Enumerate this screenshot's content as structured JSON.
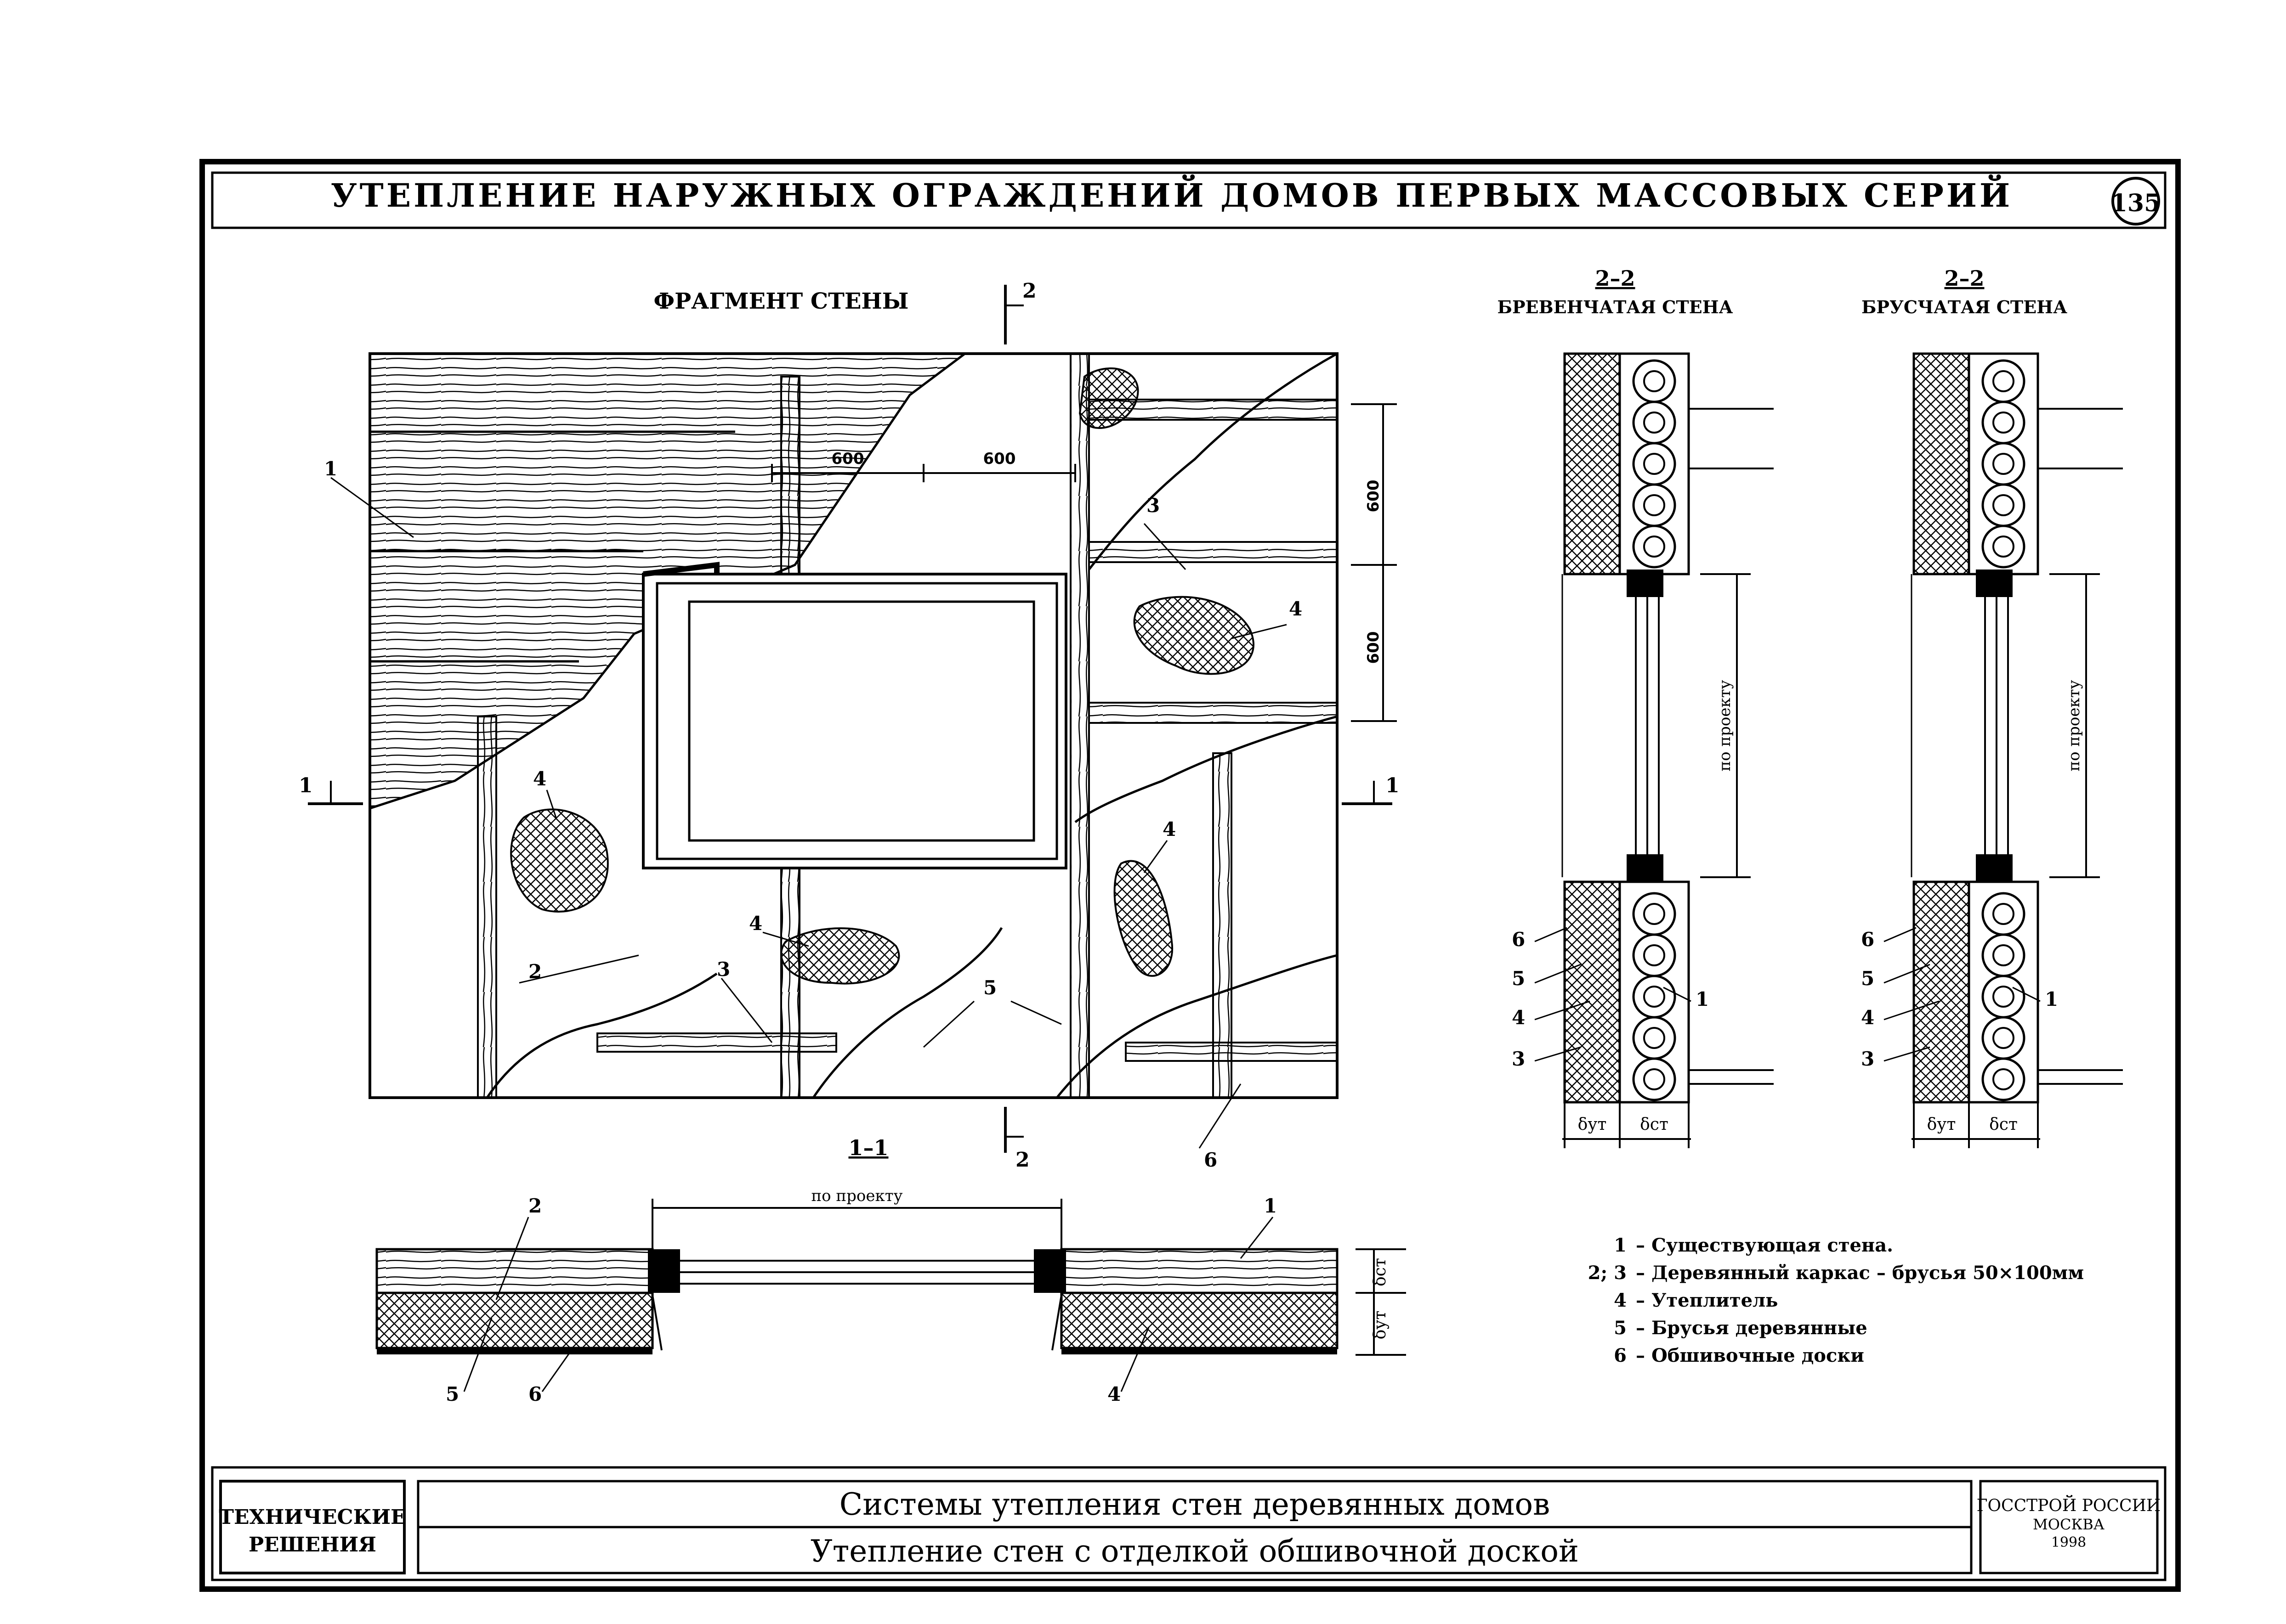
{
  "header": {
    "title": "УТЕПЛЕНИЕ НАРУЖНЫХ ОГРАЖДЕНИЙ ДОМОВ ПЕРВЫХ МАССОВЫХ СЕРИЙ",
    "page_number": "135"
  },
  "fragment": {
    "title": "ФРАГМЕНТ СТЕНЫ",
    "section_mark": "2",
    "section_left": "1",
    "section_right": "1",
    "dim_600_a": "600",
    "dim_600_b": "600",
    "dim_600_v1": "600",
    "dim_600_v2": "600",
    "callouts": [
      "1",
      "2",
      "3",
      "3",
      "4",
      "4",
      "4",
      "4",
      "5",
      "6"
    ]
  },
  "section_11": {
    "title": "1–1",
    "dim_label": "по проекту",
    "callouts": [
      "2",
      "1",
      "5",
      "6",
      "4"
    ],
    "delta_ut": "δут",
    "delta_st": "δст"
  },
  "section_22_log": {
    "title": "2–2",
    "subtitle": "БРЕВЕНЧАТАЯ СТЕНА",
    "dim_label": "по проекту",
    "callouts": [
      "6",
      "5",
      "4",
      "3",
      "1"
    ],
    "delta_ut": "δут",
    "delta_st": "δст"
  },
  "section_22_beam": {
    "title": "2–2",
    "subtitle": "БРУСЧАТАЯ СТЕНА",
    "dim_label": "по проекту",
    "callouts": [
      "6",
      "5",
      "4",
      "3",
      "1"
    ],
    "delta_ut": "δут",
    "delta_st": "δст"
  },
  "legend": [
    {
      "num": "1",
      "text": "Существующая стена."
    },
    {
      "num": "2; 3",
      "text": "Деревянный каркас – брусья 50×100мм"
    },
    {
      "num": "4",
      "text": "Утеплитель"
    },
    {
      "num": "5",
      "text": "Брусья деревянные"
    },
    {
      "num": "6",
      "text": "Обшивочные доски"
    }
  ],
  "footer": {
    "left_label": "ТЕХНИЧЕСКИЕ РЕШЕНИЯ",
    "left_line1": "ТЕХНИЧЕСКИЕ",
    "left_line2": "РЕШЕНИЯ",
    "title_line1": "Системы утепления стен деревянных домов",
    "title_line2": "Утепление стен с отделкой обшивочной доской",
    "org_line1": "ГОССТРОЙ РОССИИ",
    "org_line2": "МОСКВА",
    "org_line3": "1998"
  }
}
